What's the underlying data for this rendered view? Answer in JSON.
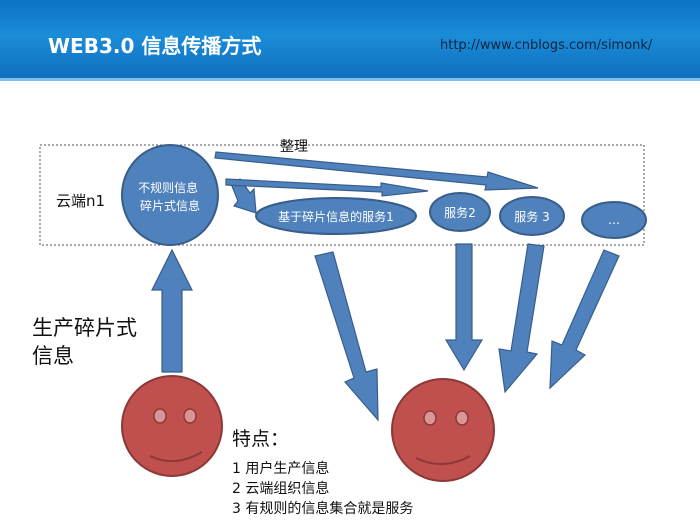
{
  "header": {
    "title": "WEB3.0 信息传播方式",
    "url": "http://www.cnblogs.com/simonk/"
  },
  "cloud": {
    "label": "云端n1",
    "organize_label": "整理",
    "fragment_node_lines": [
      "不规则信息",
      "碎片式信息"
    ],
    "services": [
      "基于碎片信息的服务1",
      "服务2",
      "服务 3",
      "…"
    ]
  },
  "producer": {
    "label_lines": [
      "生产碎片式",
      "信息"
    ]
  },
  "features": {
    "title": "特点：",
    "items": [
      "1 用户生产信息",
      "2 云端组织信息",
      "3 有规则的信息集合就是服务"
    ]
  },
  "colors": {
    "header_blue": "#1b8cd8",
    "node_blue": "#4f81bd",
    "node_border": "#385d8a",
    "face_red": "#c0504d",
    "face_border": "#8c3836",
    "eye_fill": "#d99694"
  }
}
